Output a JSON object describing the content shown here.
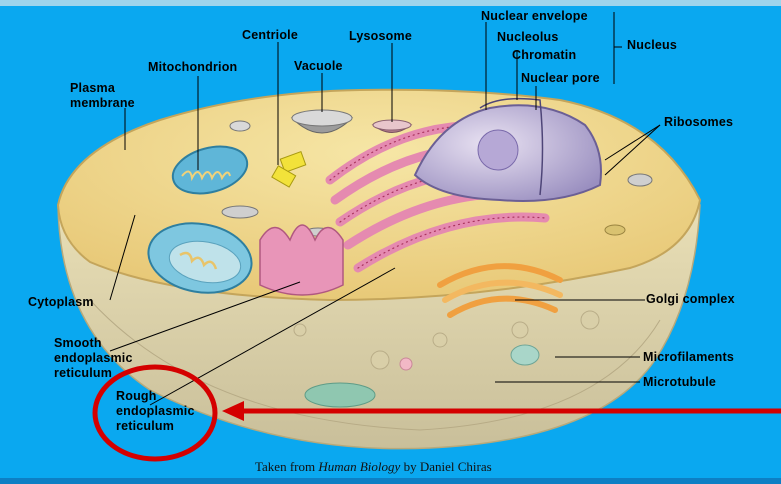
{
  "labels": {
    "nuclear_envelope": "Nuclear envelope",
    "nucleolus": "Nucleolus",
    "chromatin": "Chromatin",
    "nuclear_pore": "Nuclear pore",
    "nucleus": "Nucleus",
    "centriole": "Centriole",
    "lysosome": "Lysosome",
    "mitochondrion": "Mitochondrion",
    "vacuole": "Vacuole",
    "plasma_membrane": "Plasma\nmembrane",
    "ribosomes": "Ribosomes",
    "cytoplasm": "Cytoplasm",
    "golgi_complex": "Golgi complex",
    "smooth_er": "Smooth\nendoplasmic\nreticulum",
    "rough_er": "Rough\nendoplasmic\nreticulum",
    "microfilaments": "Microfilaments",
    "microtubule": "Microtubule"
  },
  "caption": {
    "prefix": "Taken from ",
    "book": "Human Biology",
    "suffix": " by Daniel Chiras"
  },
  "colors": {
    "background": "#0aa8f0",
    "highlight": "#d40000"
  }
}
